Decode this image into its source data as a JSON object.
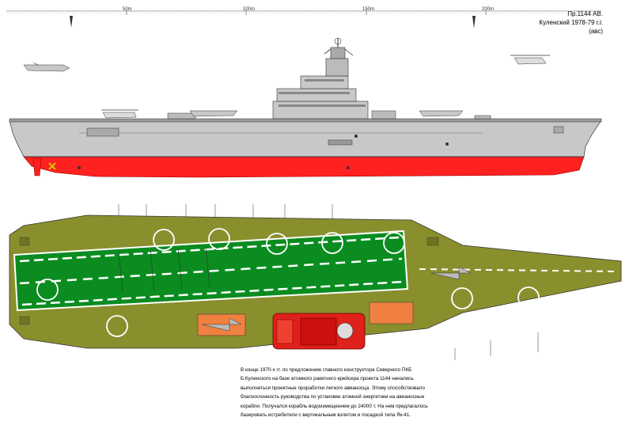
{
  "header": {
    "title": "Пр.1144 АВ.",
    "subtitle": "Куленский 1978-79 г.г.",
    "note": "(авс)"
  },
  "scale": {
    "marks": [
      "50m",
      "100m",
      "150m",
      "200m"
    ]
  },
  "description": {
    "lines": [
      "В конце 1970-х гг. по предложению главного конструктора Северного ПКБ",
      "Б.Куленского на базе атомного ракетного крейсера проекта 1144 начались",
      "выполняться проектные проработки легкого авианосца. Этому способствовало",
      "благосклонность руководства по установке атомной энергетики на авианосные",
      "корабли. Получался корабль водоизмещением до 24000 т. На нем предлагалось",
      "базировать истребители с вертикальным взлетом и посадкой типа Як-41."
    ]
  },
  "colors": {
    "hull_grey": "#c8c8c8",
    "hull_red": "#ff2020",
    "deck_olive": "#8a8f2e",
    "runway_green": "#0a8c20",
    "pad_orange": "#f08040",
    "lift_red": "#e0201a"
  }
}
